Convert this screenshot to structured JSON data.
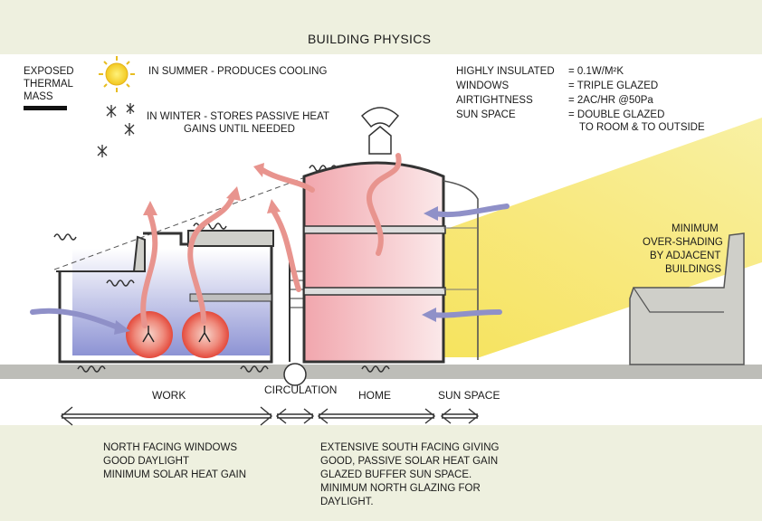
{
  "title": "BUILDING PHYSICS",
  "legend": {
    "mass_label": [
      "EXPOSED",
      "THERMAL",
      "MASS"
    ],
    "summer": "IN SUMMER - PRODUCES COOLING",
    "winter": [
      "IN WINTER - STORES PASSIVE HEAT",
      "GAINS UNTIL NEEDED"
    ]
  },
  "specs": [
    {
      "label": "HIGHLY INSULATED",
      "value": "= 0.1W/M²K"
    },
    {
      "label": "WINDOWS",
      "value": "= TRIPLE GLAZED"
    },
    {
      "label": "AIRTIGHTNESS",
      "value": "= 2AC/HR @50Pa"
    },
    {
      "label": "SUN SPACE",
      "value": "= DOUBLE GLAZED"
    }
  ],
  "spec_continuation": "TO ROOM & TO OUTSIDE",
  "overshading": [
    "MINIMUM",
    "OVER-SHADING",
    "BY ADJACENT",
    "BUILDINGS"
  ],
  "zones": {
    "work": "WORK",
    "circulation": "CIRCULATION",
    "home": "HOME",
    "sun_space": "SUN SPACE"
  },
  "notes": {
    "north": [
      "NORTH FACING WINDOWS",
      "GOOD DAYLIGHT",
      "MINIMUM SOLAR HEAT GAIN"
    ],
    "south": [
      "EXTENSIVE SOUTH FACING GIVING",
      "GOOD, PASSIVE SOLAR HEAT GAIN",
      "GLAZED BUFFER SUN SPACE.",
      "MINIMUM NORTH GLAZING FOR",
      "DAYLIGHT."
    ]
  },
  "colors": {
    "background": "#eef0df",
    "sun_beam": "#f6e880",
    "warm_air": "#e8948e",
    "cool_air": "#8f90c8",
    "ground": "#bdbdb8"
  }
}
